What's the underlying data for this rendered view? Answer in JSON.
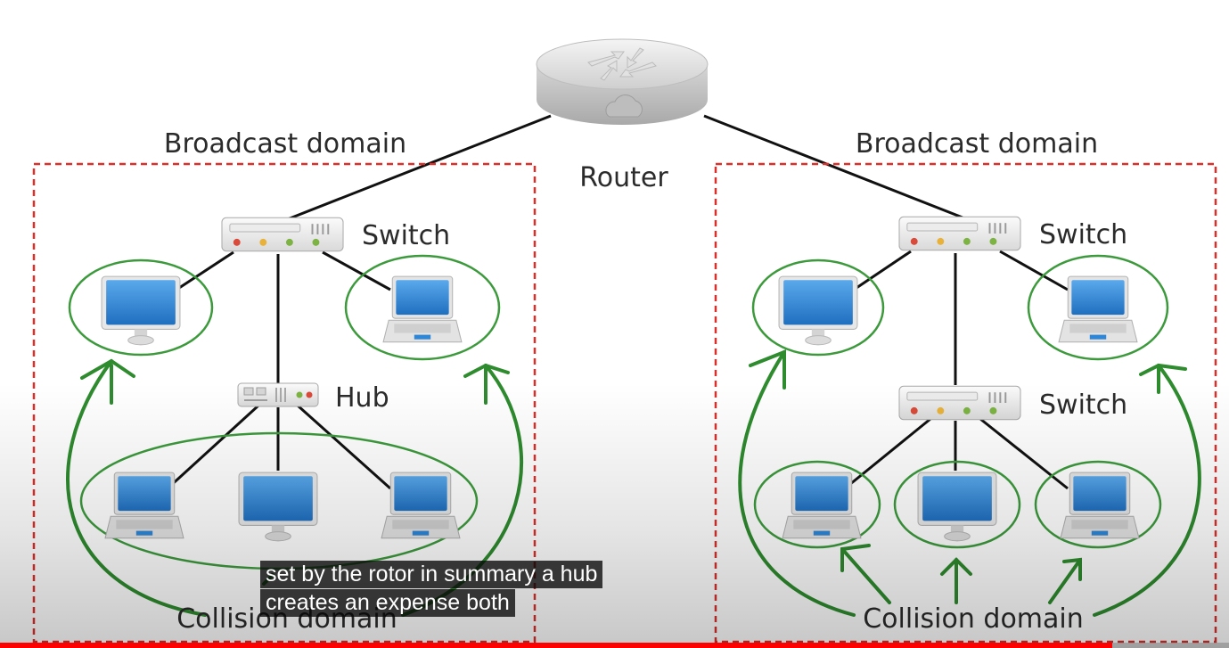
{
  "diagram": {
    "router_label": "Router",
    "left_domain": {
      "broadcast_label": "Broadcast domain",
      "switch_label": "Switch",
      "hub_label": "Hub",
      "collision_label": "Collision domain"
    },
    "right_domain": {
      "broadcast_label": "Broadcast domain",
      "switch_label": "Switch",
      "lower_switch_label": "Switch",
      "collision_label": "Collision domain"
    }
  },
  "captions": {
    "line1": "set by the rotor in summary a hub",
    "line2": "creates an expense both"
  },
  "player": {
    "progress_fraction": 0.905
  },
  "colors": {
    "domain_border": "#d9302c",
    "collision_ellipse": "#3c9a3c",
    "arrow": "#2e8b2e",
    "screen_blue": "#2f86d6",
    "progress": "#ff0000"
  }
}
